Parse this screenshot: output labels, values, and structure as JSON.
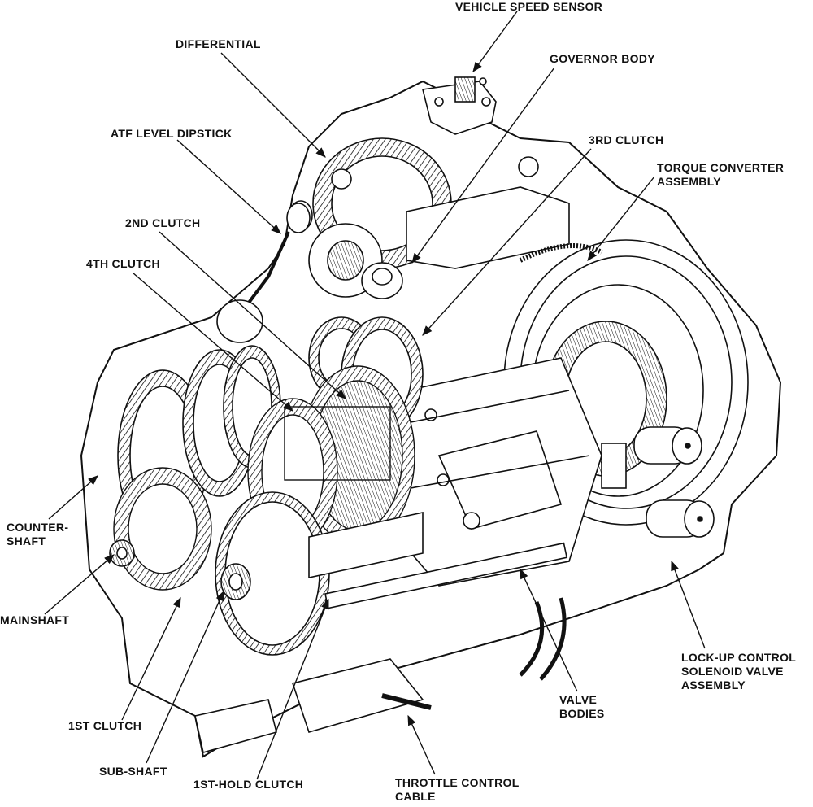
{
  "diagram": {
    "subject": "Automatic transmission cutaway illustration",
    "colors": {
      "ink": "#111111",
      "paper": "#ffffff"
    },
    "labels": [
      {
        "id": "vehicle-speed-sensor",
        "text": "VEHICLE SPEED SENSOR"
      },
      {
        "id": "differential",
        "text": "DIFFERENTIAL"
      },
      {
        "id": "governor-body",
        "text": "GOVERNOR BODY"
      },
      {
        "id": "atf-level-dipstick",
        "text": "ATF LEVEL DIPSTICK"
      },
      {
        "id": "3rd-clutch",
        "text": "3RD CLUTCH"
      },
      {
        "id": "torque-converter-assembly",
        "text": "TORQUE CONVERTER\nASSEMBLY"
      },
      {
        "id": "2nd-clutch",
        "text": "2ND CLUTCH"
      },
      {
        "id": "4th-clutch",
        "text": "4TH CLUTCH"
      },
      {
        "id": "countershaft",
        "text": "COUNTER-\nSHAFT"
      },
      {
        "id": "mainshaft",
        "text": "MAINSHAFT"
      },
      {
        "id": "lock-up-control-solenoid-valve-assembly",
        "text": "LOCK-UP CONTROL\nSOLENOID VALVE\nASSEMBLY"
      },
      {
        "id": "valve-bodies",
        "text": "VALVE\nBODIES"
      },
      {
        "id": "1st-clutch",
        "text": "1ST CLUTCH"
      },
      {
        "id": "sub-shaft",
        "text": "SUB-SHAFT"
      },
      {
        "id": "1st-hold-clutch",
        "text": "1ST-HOLD CLUTCH"
      },
      {
        "id": "throttle-control-cable",
        "text": "THROTTLE CONTROL\nCABLE"
      }
    ]
  }
}
